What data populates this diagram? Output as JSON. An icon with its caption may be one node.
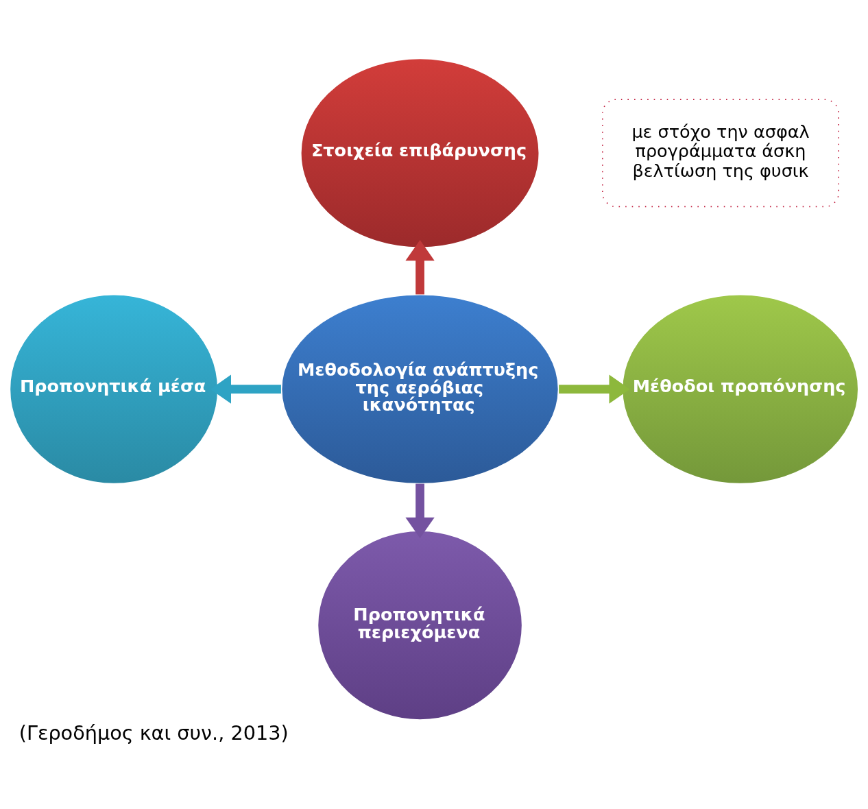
{
  "diagram": {
    "caption": "(Γεροδήμος και συν., 2013)",
    "nodes": [
      {
        "text": [
          "Μεθοδολογία ανάπτυξης της αερόβιας ικανότητας"
        ]
      },
      {
        "text": [
          "Στοιχεία επιβάρυνσης"
        ]
      },
      {
        "text": [
          "Προπονητικά μέσα"
        ]
      },
      {
        "text": [
          "Μέθοδοι προπόνησης"
        ]
      },
      {
        "text": [
          "Προπονητικά περιεχόμενα"
        ]
      },
      {
        "text": [
          "με στόχο την ασφαλ προγράμματα άσκη βελτίωση της φυσικ"
        ]
      }
    ],
    "edges": [
      {
        "from": 0,
        "to": 1,
        "arrow": "to",
        "color": "#c0393a"
      },
      {
        "from": 0,
        "to": 2,
        "arrow": "to",
        "color": "#2ea3c4"
      },
      {
        "from": 0,
        "to": 3,
        "arrow": "to",
        "color": "#8db83c"
      },
      {
        "from": 0,
        "to": 4,
        "arrow": "to",
        "color": "#7452a0"
      }
    ]
  }
}
